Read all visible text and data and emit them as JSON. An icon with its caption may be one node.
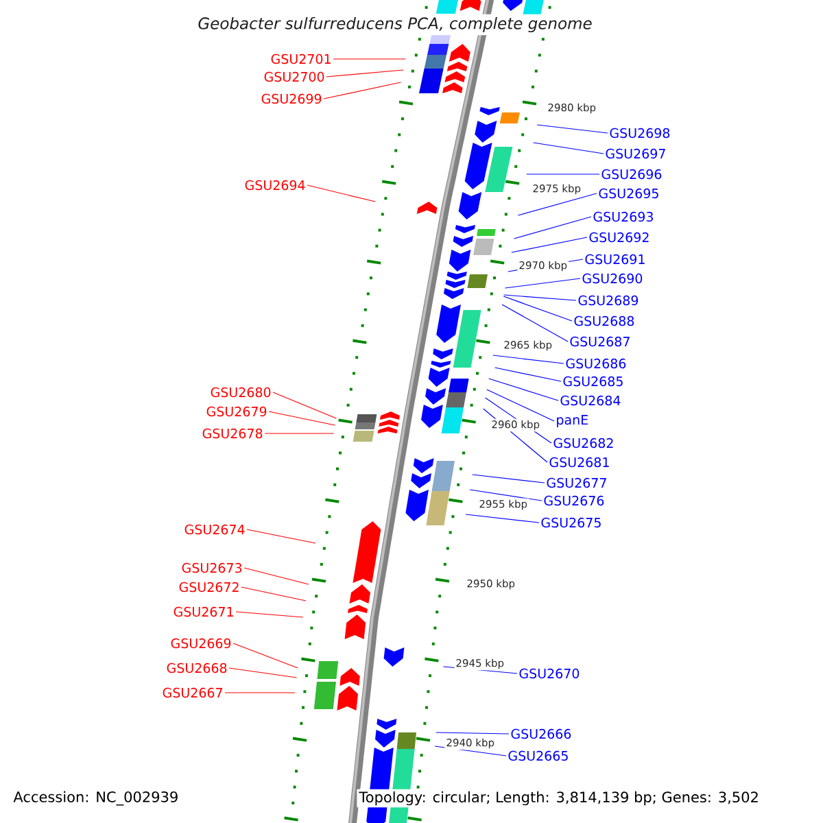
{
  "diagram": {
    "title": "Geobacter sulfurreducens PCA, complete genome",
    "nodes": [
      {
        "text": [
          "GSU2701"
        ]
      },
      {
        "text": [
          "GSU2700"
        ]
      },
      {
        "text": [
          "GSU2699"
        ]
      },
      {
        "text": [
          "GSU2698"
        ]
      },
      {
        "text": [
          "GSU2697"
        ]
      },
      {
        "text": [
          "GSU2696"
        ]
      },
      {
        "text": [
          "GSU2694"
        ]
      },
      {
        "text": [
          "GSU2695"
        ]
      },
      {
        "text": [
          "GSU2693"
        ]
      },
      {
        "text": [
          "GSU2692"
        ]
      },
      {
        "text": [
          "GSU2691"
        ]
      },
      {
        "text": [
          "GSU2690"
        ]
      },
      {
        "text": [
          "GSU2689"
        ]
      },
      {
        "text": [
          "GSU2688"
        ]
      },
      {
        "text": [
          "GSU2687"
        ]
      },
      {
        "text": [
          "GSU2686"
        ]
      },
      {
        "text": [
          "GSU2685"
        ]
      },
      {
        "text": [
          "GSU2680"
        ]
      },
      {
        "text": [
          "GSU2684"
        ]
      },
      {
        "text": [
          "GSU2679"
        ]
      },
      {
        "text": [
          "panE"
        ]
      },
      {
        "text": [
          "GSU2678"
        ]
      },
      {
        "text": [
          "GSU2682"
        ]
      },
      {
        "text": [
          "GSU2681"
        ]
      },
      {
        "text": [
          "GSU2677"
        ]
      },
      {
        "text": [
          "GSU2676"
        ]
      },
      {
        "text": [
          "GSU2675"
        ]
      },
      {
        "text": [
          "GSU2674"
        ]
      },
      {
        "text": [
          "GSU2673"
        ]
      },
      {
        "text": [
          "GSU2672"
        ]
      },
      {
        "text": [
          "GSU2671"
        ]
      },
      {
        "text": [
          "GSU2669"
        ]
      },
      {
        "text": [
          "GSU2668"
        ]
      },
      {
        "text": [
          "GSU2670"
        ]
      },
      {
        "text": [
          "GSU2667"
        ]
      },
      {
        "text": [
          "GSU2666"
        ]
      },
      {
        "text": [
          "GSU2665"
        ]
      }
    ],
    "edges": [
      {
        "from": 0,
        "to": null,
        "arrow": "none",
        "color": "#ff0000"
      },
      {
        "from": 1,
        "to": null,
        "arrow": "none",
        "color": "#ff0000"
      },
      {
        "from": 2,
        "to": null,
        "arrow": "none",
        "color": "#ff0000"
      },
      {
        "from": 3,
        "to": null,
        "arrow": "none"
      },
      {
        "from": 4,
        "to": null,
        "arrow": "none"
      },
      {
        "from": 5,
        "to": null,
        "arrow": "none"
      },
      {
        "from": 6,
        "to": null,
        "arrow": "none",
        "color": "#ff0000"
      },
      {
        "from": 7,
        "to": null,
        "arrow": "none"
      },
      {
        "from": 8,
        "to": null,
        "arrow": "none"
      },
      {
        "from": 9,
        "to": null,
        "arrow": "none"
      },
      {
        "from": 10,
        "to": null,
        "arrow": "none"
      },
      {
        "from": 11,
        "to": null,
        "arrow": "none"
      },
      {
        "from": 12,
        "to": null,
        "arrow": "none"
      },
      {
        "from": 13,
        "to": null,
        "arrow": "none"
      },
      {
        "from": 14,
        "to": null,
        "arrow": "none"
      },
      {
        "from": 15,
        "to": null,
        "arrow": "none"
      },
      {
        "from": 16,
        "to": null,
        "arrow": "none"
      },
      {
        "from": 17,
        "to": null,
        "arrow": "none",
        "color": "#ff0000"
      },
      {
        "from": 18,
        "to": null,
        "arrow": "none"
      },
      {
        "from": 19,
        "to": null,
        "arrow": "none",
        "color": "#ff0000"
      },
      {
        "from": 20,
        "to": null,
        "arrow": "none"
      },
      {
        "from": 21,
        "to": null,
        "arrow": "none",
        "color": "#ff0000"
      },
      {
        "from": 22,
        "to": null,
        "arrow": "none"
      },
      {
        "from": 23,
        "to": null,
        "arrow": "none"
      },
      {
        "from": 24,
        "to": null,
        "arrow": "none"
      },
      {
        "from": 25,
        "to": null,
        "arrow": "none"
      },
      {
        "from": 26,
        "to": null,
        "arrow": "none"
      },
      {
        "from": 27,
        "to": null,
        "arrow": "none",
        "color": "#ff0000"
      },
      {
        "from": 28,
        "to": null,
        "arrow": "none",
        "color": "#ff0000"
      },
      {
        "from": 29,
        "to": null,
        "arrow": "none",
        "color": "#ff0000"
      },
      {
        "from": 30,
        "to": null,
        "arrow": "none",
        "color": "#ff0000"
      },
      {
        "from": 31,
        "to": null,
        "arrow": "none",
        "color": "#ff0000"
      },
      {
        "from": 32,
        "to": null,
        "arrow": "none",
        "color": "#ff0000"
      },
      {
        "from": 33,
        "to": null,
        "arrow": "none"
      },
      {
        "from": 34,
        "to": null,
        "arrow": "none",
        "color": "#ff0000"
      },
      {
        "from": 35,
        "to": null,
        "arrow": "none"
      },
      {
        "from": 36,
        "to": null,
        "arrow": "none"
      }
    ],
    "labels": [
      "2980 kbp",
      "2975 kbp",
      "2970 kbp",
      "2965 kbp",
      "2960 kbp",
      "2955 kbp",
      "2950 kbp",
      "2945 kbp",
      "2940 kbp",
      "Accession: NC_002939",
      "Topology: circular; Length: 3,814,139 bp; Genes: 3,502"
    ]
  }
}
